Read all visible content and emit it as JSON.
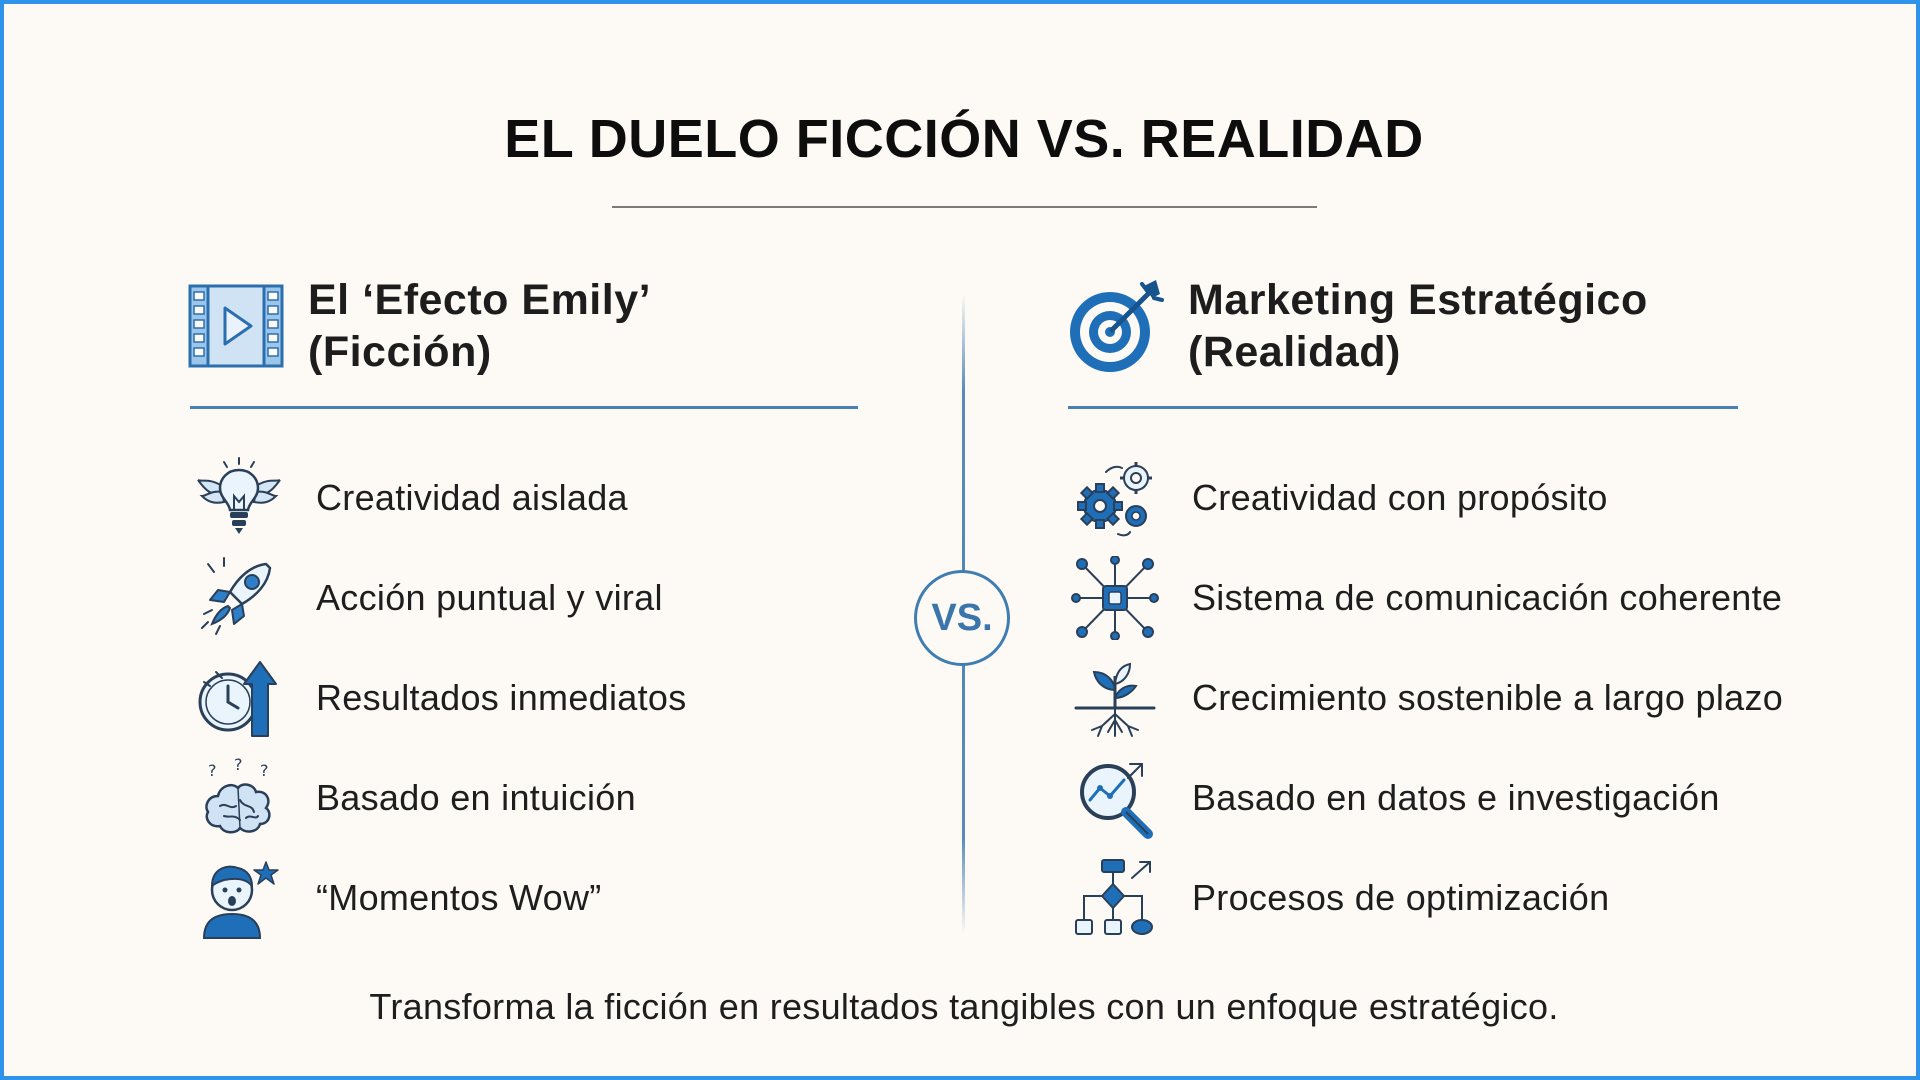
{
  "title": "EL DUELO FICCIÓN VS. REALIDAD",
  "vs_label": "VS.",
  "left": {
    "header_line1": "El ‘Efecto Emily’",
    "header_line2": "(Ficción)",
    "header_icon": "film-play-icon",
    "items": [
      {
        "label": "Creatividad aislada",
        "icon": "winged-lightbulb-icon"
      },
      {
        "label": "Acción puntual y viral",
        "icon": "rocket-icon"
      },
      {
        "label": "Resultados inmediatos",
        "icon": "clock-arrow-up-icon"
      },
      {
        "label": "Basado en intuición",
        "icon": "brain-question-icon"
      },
      {
        "label": "“Momentos Wow”",
        "icon": "surprised-person-icon"
      }
    ]
  },
  "right": {
    "header_line1": "Marketing Estratégico",
    "header_line2": "(Realidad)",
    "header_icon": "target-dart-icon",
    "items": [
      {
        "label": "Creatividad con propósito",
        "icon": "gears-icon"
      },
      {
        "label": "Sistema de comunicación coherente",
        "icon": "network-hub-icon"
      },
      {
        "label": "Crecimiento sostenible a largo plazo",
        "icon": "sprout-roots-icon"
      },
      {
        "label": "Basado en datos e investigación",
        "icon": "magnifier-chart-icon"
      },
      {
        "label": "Procesos de optimización",
        "icon": "flowchart-icon"
      }
    ]
  },
  "footer": "Transforma la ficción en resultados tangibles con un enfoque estratégico.",
  "colors": {
    "frame_border": "#2f93ea",
    "background": "#fdfaf5",
    "accent_blue": "#1f6fb8",
    "rule_blue": "#4a7fb2"
  }
}
